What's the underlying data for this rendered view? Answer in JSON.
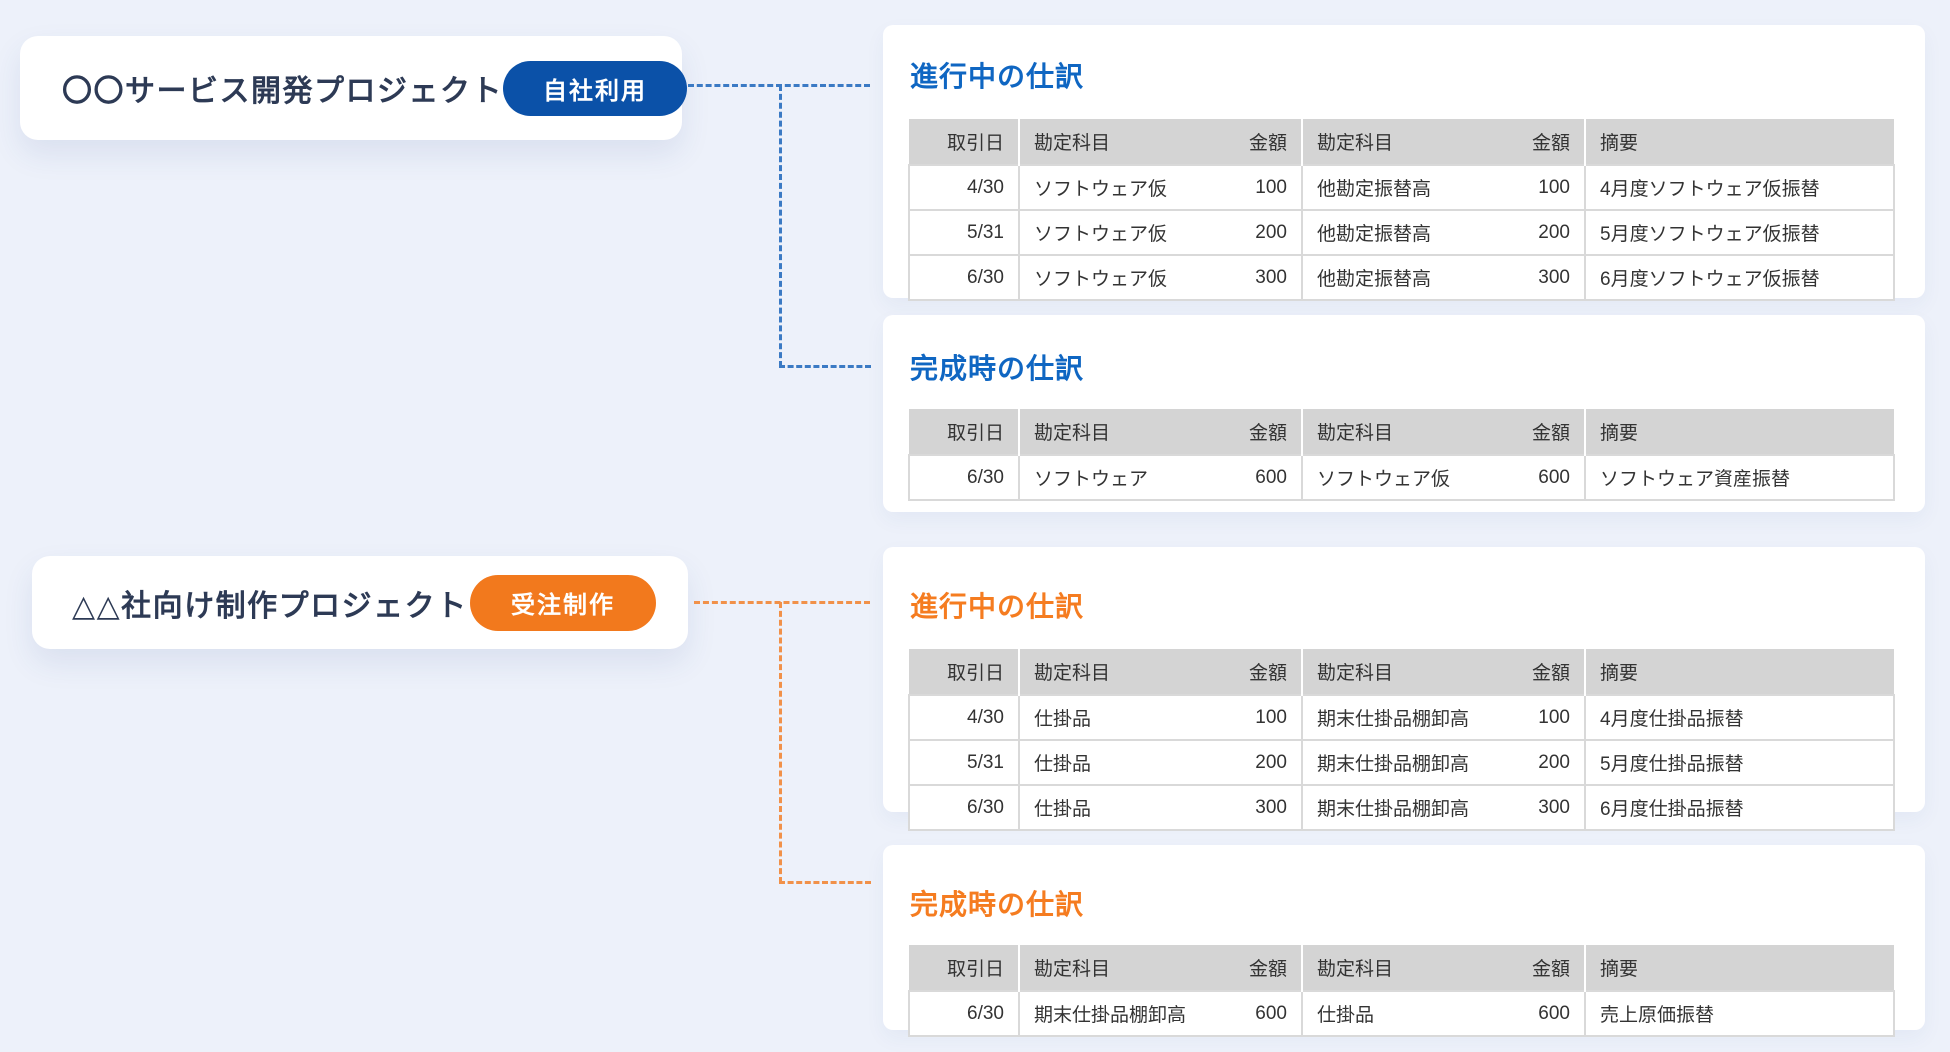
{
  "page": {
    "background": "#edf1fa"
  },
  "colors": {
    "inhouse_badge_blue": "#0b51a8",
    "order_badge_orange": "#f2791d",
    "heading_blue": "#0f66c2",
    "heading_orange": "#f57c20",
    "connector_blue": "#3b7ac4",
    "connector_orange": "#f19149",
    "table_header_gray": "#d4d4d4"
  },
  "columns": [
    "取引日",
    "勘定科目",
    "金額",
    "勘定科目",
    "金額",
    "摘要"
  ],
  "projects": [
    {
      "title": "〇〇サービス開発プロジェクト",
      "badge": "自社利用",
      "sections": [
        {
          "heading": "進行中の仕訳",
          "rows": [
            [
              "4/30",
              "ソフトウェア仮",
              "100",
              "他勘定振替高",
              "100",
              "4月度ソフトウェア仮振替"
            ],
            [
              "5/31",
              "ソフトウェア仮",
              "200",
              "他勘定振替高",
              "200",
              "5月度ソフトウェア仮振替"
            ],
            [
              "6/30",
              "ソフトウェア仮",
              "300",
              "他勘定振替高",
              "300",
              "6月度ソフトウェア仮振替"
            ]
          ]
        },
        {
          "heading": "完成時の仕訳",
          "rows": [
            [
              "6/30",
              "ソフトウェア",
              "600",
              "ソフトウェア仮",
              "600",
              "ソフトウェア資産振替"
            ]
          ]
        }
      ]
    },
    {
      "title": "△△社向け制作プロジェクト",
      "badge": "受注制作",
      "sections": [
        {
          "heading": "進行中の仕訳",
          "rows": [
            [
              "4/30",
              "仕掛品",
              "100",
              "期末仕掛品棚卸高",
              "100",
              "4月度仕掛品振替"
            ],
            [
              "5/31",
              "仕掛品",
              "200",
              "期末仕掛品棚卸高",
              "200",
              "5月度仕掛品振替"
            ],
            [
              "6/30",
              "仕掛品",
              "300",
              "期末仕掛品棚卸高",
              "300",
              "6月度仕掛品振替"
            ]
          ]
        },
        {
          "heading": "完成時の仕訳",
          "rows": [
            [
              "6/30",
              "期末仕掛品棚卸高",
              "600",
              "仕掛品",
              "600",
              "売上原価振替"
            ]
          ]
        }
      ]
    }
  ]
}
